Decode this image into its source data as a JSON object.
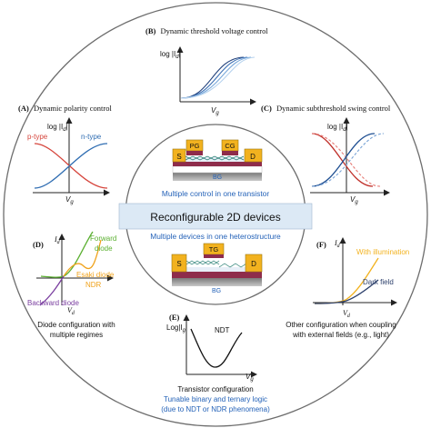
{
  "center": {
    "banner": "Reconfigurable 2D devices",
    "upper_caption": "Multiple control in one transistor",
    "lower_caption": "Multiple devices in one heterostructure",
    "upper_device": {
      "pg": "PG",
      "cg": "CG",
      "s": "S",
      "d": "D",
      "bg": "BG"
    },
    "lower_device": {
      "tg": "TG",
      "s": "S",
      "d": "D",
      "bg": "BG"
    }
  },
  "panels": {
    "A": {
      "tag": "(A)",
      "title": "Dynamic polarity control",
      "ylabel": "log |I",
      "ysub": "d",
      "xlabel": "V",
      "xsub": "g",
      "ptype": "p-type",
      "ntype": "n-type"
    },
    "B": {
      "tag": "(B)",
      "title": "Dynamic threshold voltage control",
      "ylabel": "log |I",
      "ysub": "d",
      "xlabel": "V",
      "xsub": "g"
    },
    "C": {
      "tag": "(C)",
      "title": "Dynamic subthreshold swing control",
      "ylabel": "log |I",
      "ysub": "d",
      "xlabel": "V",
      "xsub": "g"
    },
    "D": {
      "tag": "(D)",
      "ylabel": "I",
      "ysub": "d",
      "xlabel": "V",
      "xsub": "d",
      "forward1": "Forward",
      "forward2": "diode",
      "esaki1": "Esaki diode",
      "esaki2": "NDR",
      "backward": "Backward diode",
      "caption1": "Diode configuration with",
      "caption2": "multiple regimes"
    },
    "E": {
      "tag": "(E)",
      "ylabel": "Log|I",
      "ysub": "g",
      "xlabel": "V",
      "xsub": "g",
      "curve_label": "NDT",
      "caption1": "Transistor configuration",
      "caption2": "Tunable binary and ternary logic",
      "caption3": "(due to NDT or NDR phenomena)"
    },
    "F": {
      "tag": "(F)",
      "ylabel": "I",
      "ysub": "d",
      "xlabel": "V",
      "xsub": "d",
      "illum": "With illumination",
      "dark": "Dark field",
      "caption1": "Other configuration when coupling",
      "caption2": "with external fields (e.g., light)"
    }
  },
  "colors": {
    "blue": "#2f6db2",
    "red": "#d6453c",
    "orange": "#f0a21b",
    "green": "#5bb031",
    "purple": "#7b3fa0",
    "gold": "#f2b21f",
    "maroon": "#8e2c4b",
    "grey": "#8a8a8a",
    "banner_bg": "#dce9f5",
    "link_blue": "#2462b8"
  }
}
